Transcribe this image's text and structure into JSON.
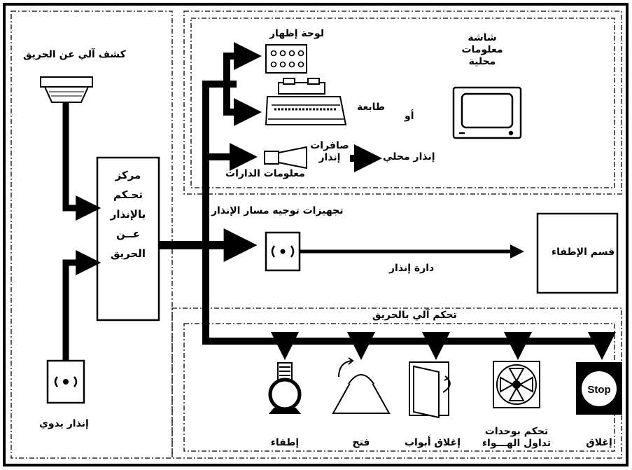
{
  "diagram": {
    "auto_detection_label": "كشف آلي عن الحريق",
    "manual_alarm_label": "إنذار يدوي",
    "control_center_lines": [
      "مركز",
      "تحـكم",
      "بالإنذار",
      "عــن",
      "الحريق"
    ],
    "display_panel_label": "لوحة إظهار",
    "printer_label": "طابعة",
    "local_info_screen_lines": [
      "شاشة",
      "معلومات",
      "محلية"
    ],
    "or_label": "أو",
    "alarm_sirens_lines": [
      "صافرات",
      "إنذار"
    ],
    "local_alarm_label": "إنذار محلي",
    "circuit_info_label": "معلومات الدارات",
    "routing_equipment_label": "تجهيزات توجيه مسار الإنذار",
    "alarm_circuit_label": "دارة إنذار",
    "fire_department_label": "قسم الإطفاء",
    "auto_fire_control_label": "تحكم آلي بالحريق",
    "actions": [
      {
        "label_lines": [
          "إطفاء"
        ],
        "icon": "extinguishing-sprinkler-icon"
      },
      {
        "label_lines": [
          "فتح"
        ],
        "icon": "open-vent-icon"
      },
      {
        "label_lines": [
          "إغلاق أبواب"
        ],
        "icon": "door-closing-icon"
      },
      {
        "label_lines": [
          "تحكم بوحدات",
          "تداول الهـــواء"
        ],
        "icon": "air-handling-fan-icon"
      },
      {
        "label_lines": [
          "إغلاق"
        ],
        "icon": "stop-sign-icon"
      }
    ],
    "stop_sign_text": "Stop"
  }
}
